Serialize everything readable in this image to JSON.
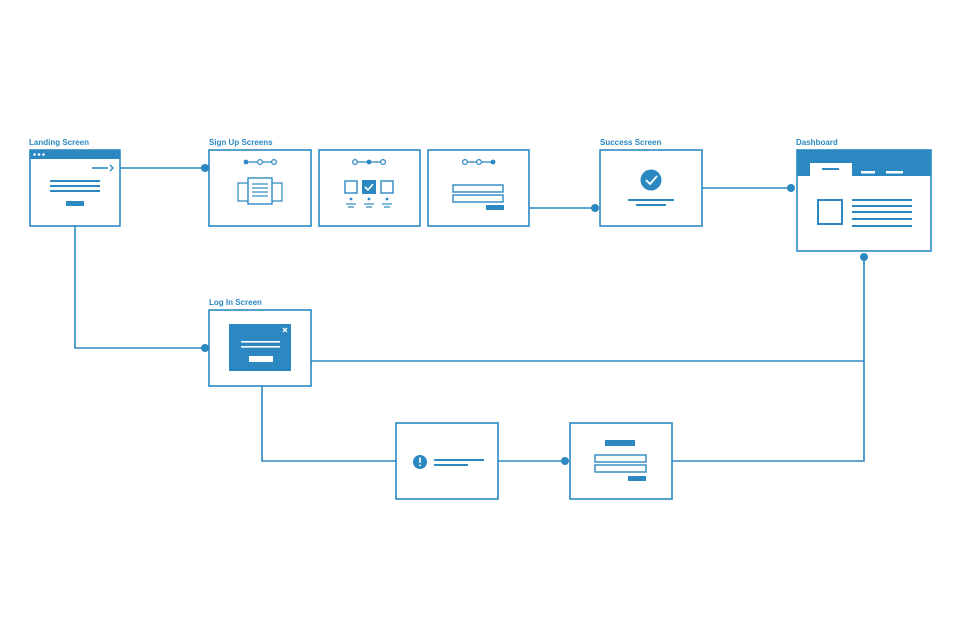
{
  "colors": {
    "primary": "#2b88c1",
    "background": "#ffffff"
  },
  "labels": {
    "landing": "Landing Screen",
    "signup": "Sign Up Screens",
    "success": "Success Screen",
    "dashboard": "Dashboard",
    "login": "Log In Screen"
  },
  "icons": {
    "success": "check-circle-icon",
    "error": "alert-circle-icon",
    "close": "close-icon"
  }
}
